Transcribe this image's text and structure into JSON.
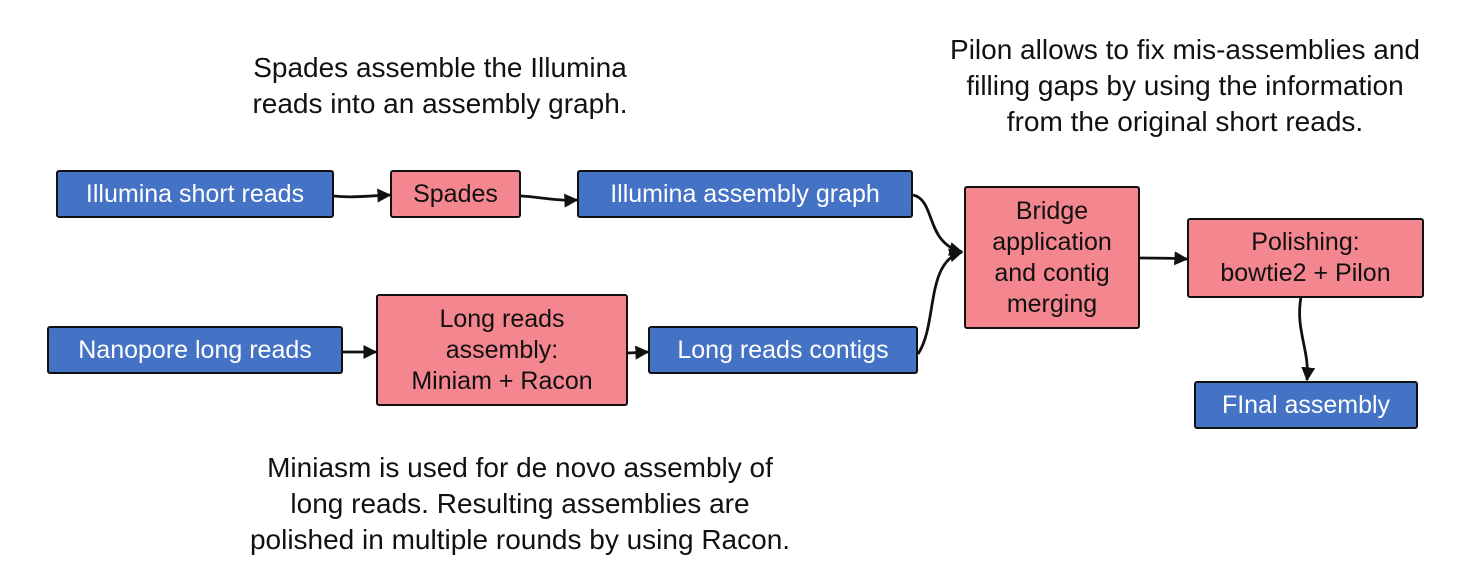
{
  "colors": {
    "data_node": "#4472c4",
    "process_node": "#f4868f",
    "border": "#111111",
    "text": "#111111"
  },
  "nodes": {
    "illumina_short_reads": "Illumina short reads",
    "spades": "Spades",
    "illumina_assembly_graph": "Illumina assembly graph",
    "nanopore_long_reads": "Nanopore long reads",
    "long_reads_assembly": "Long reads\nassembly:\nMiniam + Racon",
    "long_reads_contigs": "Long reads contigs",
    "bridge_application": "Bridge\napplication\nand contig\nmerging",
    "polishing": "Polishing:\nbowtie2 + Pilon",
    "final_assembly": "FInal assembly"
  },
  "notes": {
    "spades": "Spades assemble the Illumina\nreads into an assembly graph.",
    "pilon": "Pilon allows to fix mis-assemblies and\nfilling gaps by using the information\nfrom the original short reads.",
    "miniasm": "Miniasm is used for de novo assembly of\nlong reads. Resulting assemblies are\npolished in multiple rounds by using Racon."
  }
}
